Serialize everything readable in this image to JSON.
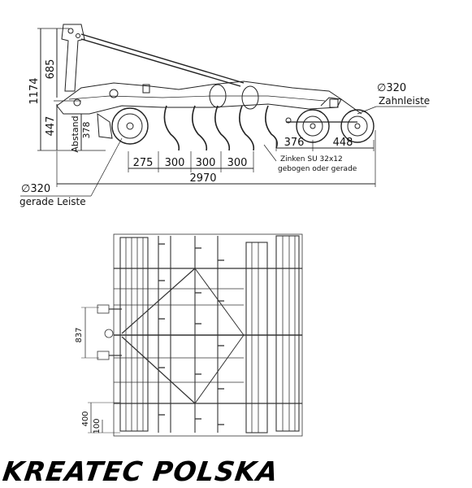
{
  "side_view": {
    "dim_total_height": "1174",
    "dim_upper_height": "685",
    "dim_lower_height": "447",
    "abstand_label": "Abstand",
    "abstand_value": "378",
    "dim_spacing_1": "275",
    "dim_spacing_2": "300",
    "dim_spacing_3": "300",
    "dim_spacing_4": "300",
    "dim_total_length": "2970",
    "dim_roller_gap_1": "376",
    "dim_roller_gap_2": "448",
    "front_roller_dia": "∅320",
    "front_roller_label": "gerade Leiste",
    "rear_roller_dia": "∅320",
    "rear_roller_label": "Zahnleiste",
    "tine_note_line1": "Zinken SU 32x12",
    "tine_note_line2": "gebogen oder gerade"
  },
  "top_view": {
    "dim_hitch_width": "837",
    "dim_row_a": "400",
    "dim_row_b": "100"
  },
  "brand": {
    "logo_text": "KREATEC POLSKA"
  }
}
